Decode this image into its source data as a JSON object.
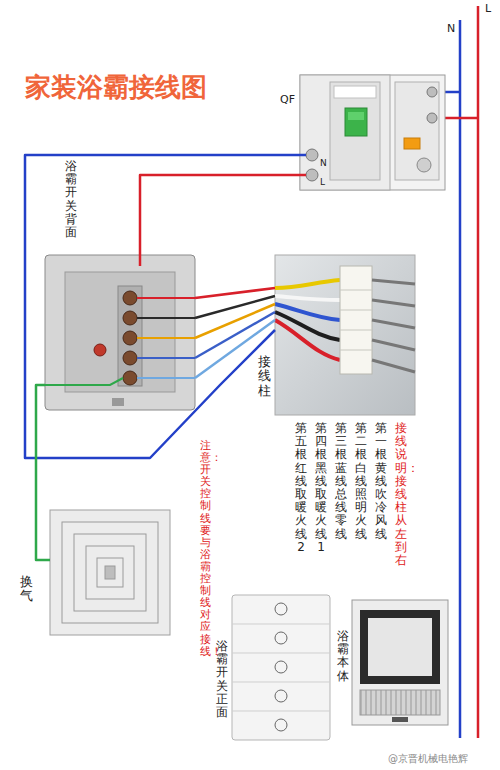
{
  "diagram": {
    "title": "家装浴霸接线图",
    "nodes": [
      {
        "text": [
          "QF"
        ]
      },
      {
        "text": [
          "浴霸开关 背面"
        ]
      },
      {
        "text": [
          "接线柱"
        ]
      },
      {
        "text": [
          "换气"
        ]
      },
      {
        "text": [
          "浴霸开关 正面"
        ]
      },
      {
        "text": [
          "浴霸 本体"
        ]
      }
    ],
    "edges": [
      {
        "from": 0,
        "to": 1,
        "arrow": "none"
      },
      {
        "from": 0,
        "to": 2,
        "arrow": "none"
      },
      {
        "from": 1,
        "to": 2,
        "arrow": "none"
      },
      {
        "from": 1,
        "to": 2,
        "arrow": "none"
      },
      {
        "from": 1,
        "to": 2,
        "arrow": "none"
      },
      {
        "from": 1,
        "to": 2,
        "arrow": "none"
      },
      {
        "from": 1,
        "to": 2,
        "arrow": "none"
      },
      {
        "from": 1,
        "to": 3,
        "arrow": "none"
      }
    ],
    "labels": [
      "L",
      "N",
      "N",
      "L",
      "接线说明：接线柱从左到右",
      "第一根黄线 吹冷风线",
      "第二根白线 照明火线",
      "第三根蓝线 总线零线",
      "第四根黑线 取暖火线1",
      "第五根红线 取暖火线2",
      "注意：开关控制线要与浴霸控制线对应接线！",
      "@京晋机械电艳辉"
    ]
  }
}
